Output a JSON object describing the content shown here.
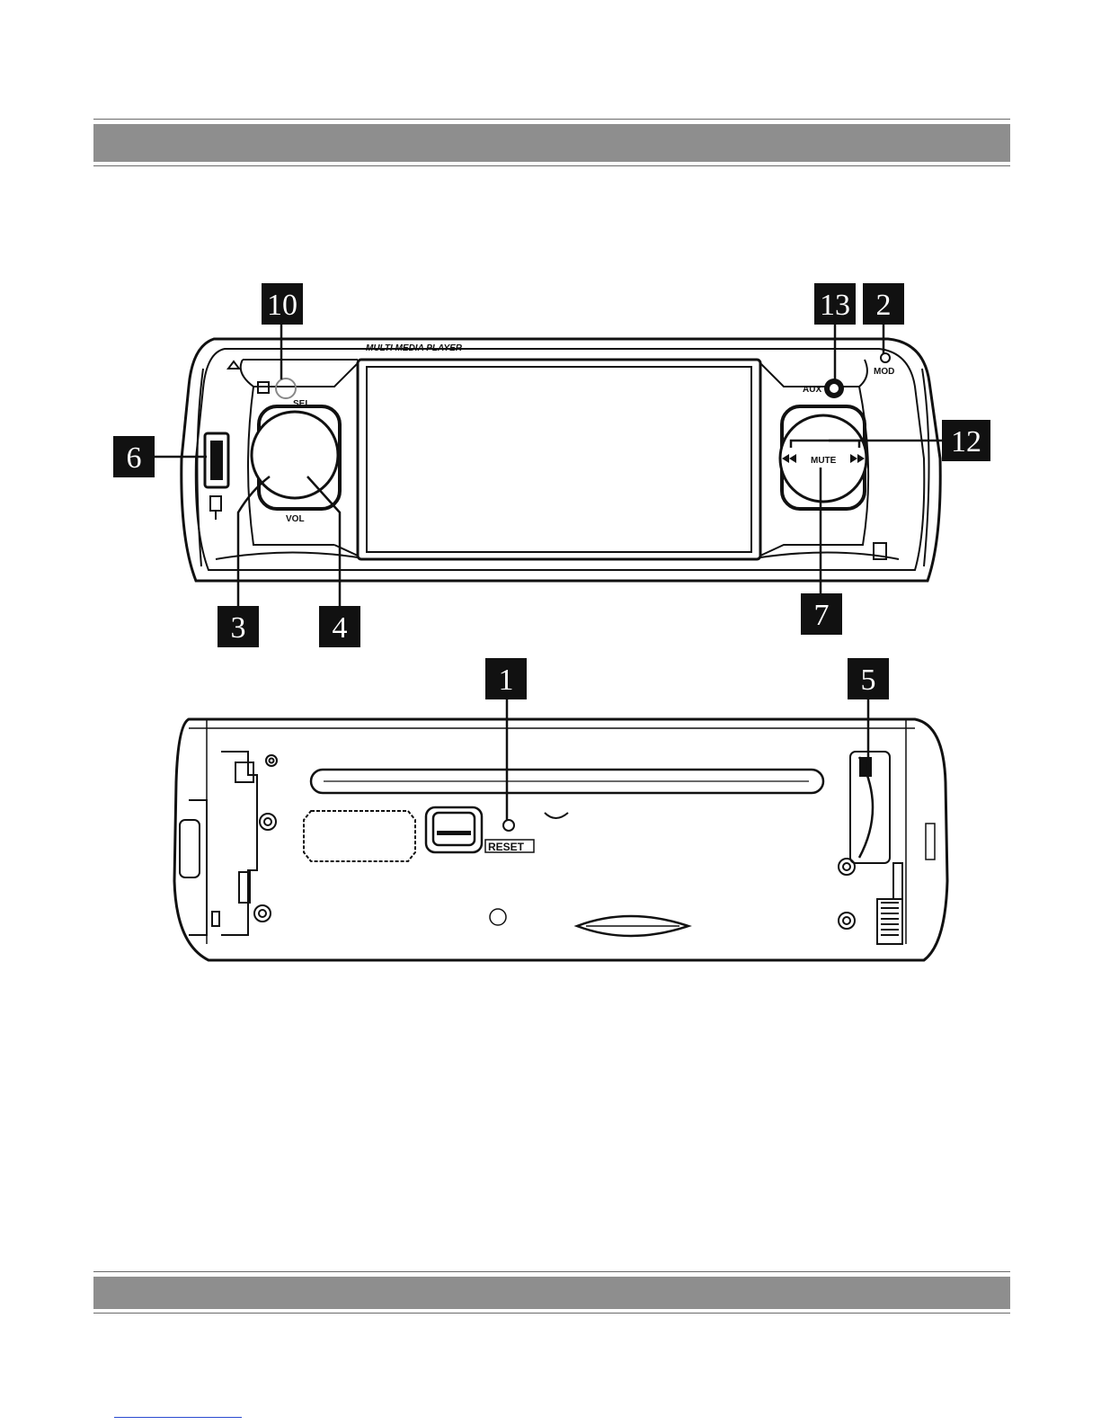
{
  "front_panel": {
    "brand_text": "MULTI MEDIA PLAYER",
    "labels": {
      "sel": "SEL",
      "vol": "VOL",
      "aux": "AUX",
      "mod": "MOD",
      "mute": "MUTE"
    }
  },
  "rear_panel": {
    "labels": {
      "reset": "RESET"
    }
  },
  "callouts": {
    "c10": "10",
    "c13": "13",
    "c2": "2",
    "c6": "6",
    "c12": "12",
    "c3": "3",
    "c4": "4",
    "c7": "7",
    "c1": "1",
    "c5": "5"
  },
  "colors": {
    "header_band": "#8e8e8e",
    "callout_box": "#111111",
    "line": "#111111"
  }
}
